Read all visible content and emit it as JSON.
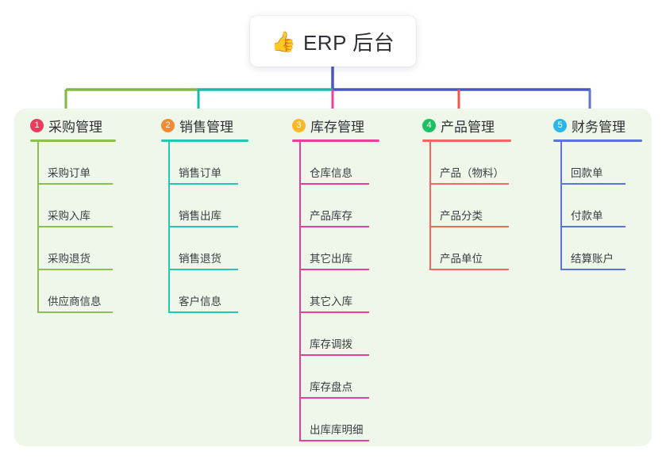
{
  "diagram": {
    "title": "ERP 后台",
    "root": {
      "icon": "thumbs-up-icon",
      "emoji": "👍",
      "label": "ERP 后台"
    },
    "panel_background": "#eef7e9",
    "bus": {
      "segment_left_color": "#7fb842",
      "segment_mid_color": "#1bb8ad",
      "segment_right_color": "#4a56c4",
      "stem_color": "#4a56c4"
    },
    "columns": [
      {
        "number": "1",
        "label": "采购管理",
        "badge_color": "#eb3b5a",
        "line_color": "#8cc152",
        "drop_color": "#7fb842",
        "items": [
          {
            "label": "采购订单"
          },
          {
            "label": "采购入库"
          },
          {
            "label": "采购退货"
          },
          {
            "label": "供应商信息"
          }
        ]
      },
      {
        "number": "2",
        "label": "销售管理",
        "badge_color": "#f08a34",
        "line_color": "#26c6b5",
        "drop_color": "#1bb8ad",
        "items": [
          {
            "label": "销售订单"
          },
          {
            "label": "销售出库"
          },
          {
            "label": "销售退货"
          },
          {
            "label": "客户信息"
          }
        ]
      },
      {
        "number": "3",
        "label": "库存管理",
        "badge_color": "#fbb824",
        "line_color": "#e8409a",
        "drop_color": "#ef3fa0",
        "items": [
          {
            "label": "仓库信息"
          },
          {
            "label": "产品库存"
          },
          {
            "label": "其它出库"
          },
          {
            "label": "其它入库"
          },
          {
            "label": "库存调拨"
          },
          {
            "label": "库存盘点"
          },
          {
            "label": "出库库明细"
          }
        ]
      },
      {
        "number": "4",
        "label": "产品管理",
        "badge_color": "#1dbf63",
        "line_color": "#f4665f",
        "drop_color": "#f4544c",
        "items": [
          {
            "label": "产品（物料）"
          },
          {
            "label": "产品分类"
          },
          {
            "label": "产品单位"
          }
        ]
      },
      {
        "number": "5",
        "label": "财务管理",
        "badge_color": "#2ab6ea",
        "line_color": "#5b75d6",
        "drop_color": "#5b75d6",
        "items": [
          {
            "label": "回款单"
          },
          {
            "label": "付款单"
          },
          {
            "label": "结算账户"
          }
        ]
      }
    ]
  }
}
